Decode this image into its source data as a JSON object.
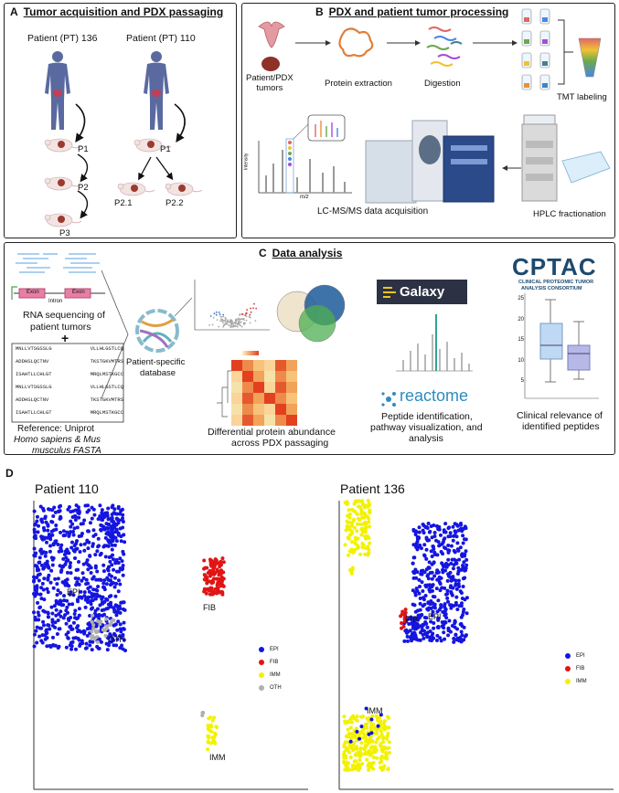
{
  "panelA": {
    "letter": "A",
    "title": "Tumor acquisition and PDX passaging",
    "pt136": "Patient (PT) 136",
    "pt110": "Patient (PT) 110",
    "p1a": "P1",
    "p2a": "P2",
    "p3a": "P3",
    "p1b": "P1",
    "p21": "P2.1",
    "p22": "P2.2"
  },
  "panelB": {
    "letter": "B",
    "title": "PDX and patient tumor processing",
    "tumors": "Patient/PDX\ntumors",
    "extraction": "Protein extraction",
    "digestion": "Digestion",
    "tmt": "TMT labeling",
    "lcms": "LC-MS/MS data acquisition",
    "hplc": "HPLC fractionation",
    "intensity": "Intensity",
    "mz": "m/z"
  },
  "panelC": {
    "letter": "C",
    "title": "Data analysis",
    "exon1": "Exon",
    "exon2": "Exon",
    "intron": "Intron",
    "rnaseq1": "RNA sequencing of",
    "rnaseq2": "patient tumors",
    "plus": "+",
    "seqs": [
      [
        "MNLLVTSGSSLG",
        "VLLHLGSTLCQ"
      ],
      [
        "ADDHSLQCTNV",
        "TKSTGKVMTRS"
      ],
      [
        "ISAHTLLCHLGT",
        "MRQLMSTKGCC"
      ],
      [
        "MNLLVTSGSSLG",
        "VLLHLGSTLCQ"
      ],
      [
        "ADDHSLQCTNV",
        "TKSTGKVMTRS"
      ],
      [
        "ISAHTLLCHLGT",
        "MRQLMSTKGCC"
      ]
    ],
    "ref1": "Reference: Uniprot",
    "ref2": "Homo sapiens & Mus",
    "ref3": "musculus FASTA",
    "db1": "Patient-specific",
    "db2": "database",
    "diff1": "Differential protein abundance",
    "diff2": "across PDX passaging",
    "galaxy": "Galaxy",
    "reactome": "reactome",
    "pep1": "Peptide identification,",
    "pep2": "pathway visualization, and",
    "pep3": "analysis",
    "cptac": "CPTAC",
    "cptac_sub1": "CLINICAL PROTEOMIC TUMOR",
    "cptac_sub2": "ANALYSIS CONSORTIUM",
    "clin1": "Clinical relevance of",
    "clin2": "identified peptides",
    "box_yticks": [
      "25",
      "20",
      "15",
      "10",
      "5"
    ]
  },
  "panelD": {
    "letter": "D",
    "left": {
      "title": "Patient 110",
      "labels": {
        "epi": "EPI",
        "fib": "FIB",
        "oth": "OTH",
        "imm": "IMM"
      },
      "legend": [
        {
          "name": "EPI",
          "color": "#1515e0"
        },
        {
          "name": "FIB",
          "color": "#e01515"
        },
        {
          "name": "IMM",
          "color": "#f2f200"
        },
        {
          "name": "OTH",
          "color": "#b0b0b0"
        }
      ]
    },
    "right": {
      "title": "Patient 136",
      "labels": {
        "fib": "FIB",
        "epi": "EPI",
        "imm": "IMM"
      },
      "legend": [
        {
          "name": "EPI",
          "color": "#1515e0"
        },
        {
          "name": "FIB",
          "color": "#e01515"
        },
        {
          "name": "IMM",
          "color": "#f2f200"
        }
      ]
    }
  }
}
